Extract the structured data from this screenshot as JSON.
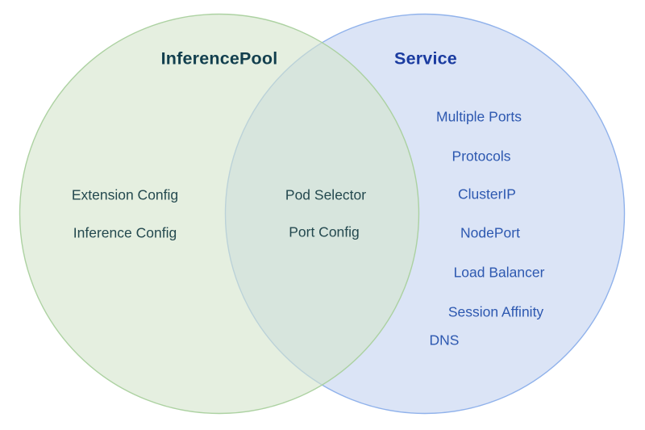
{
  "diagram": {
    "type": "venn",
    "left_circle": {
      "title": "InferencePool",
      "items": [
        "Extension Config",
        "Inference Config"
      ]
    },
    "overlap": {
      "items": [
        "Pod Selector",
        "Port Config"
      ]
    },
    "right_circle": {
      "title": "Service",
      "items": [
        "Multiple Ports",
        "Protocols",
        "ClusterIP",
        "NodePort",
        "Load Balancer",
        "Session Affinity",
        "DNS"
      ]
    },
    "colors": {
      "left_fill": "#e5efe0",
      "left_border": "#a9d09d",
      "right_fill": "#dbe4f6",
      "right_border": "#90b2eb",
      "overlap_fill": "#d7e5dc",
      "left_title_text": "#123f4e",
      "left_item_text": "#24494f",
      "right_title_text": "#1a3ba0",
      "right_item_text": "#2d58b0"
    }
  }
}
